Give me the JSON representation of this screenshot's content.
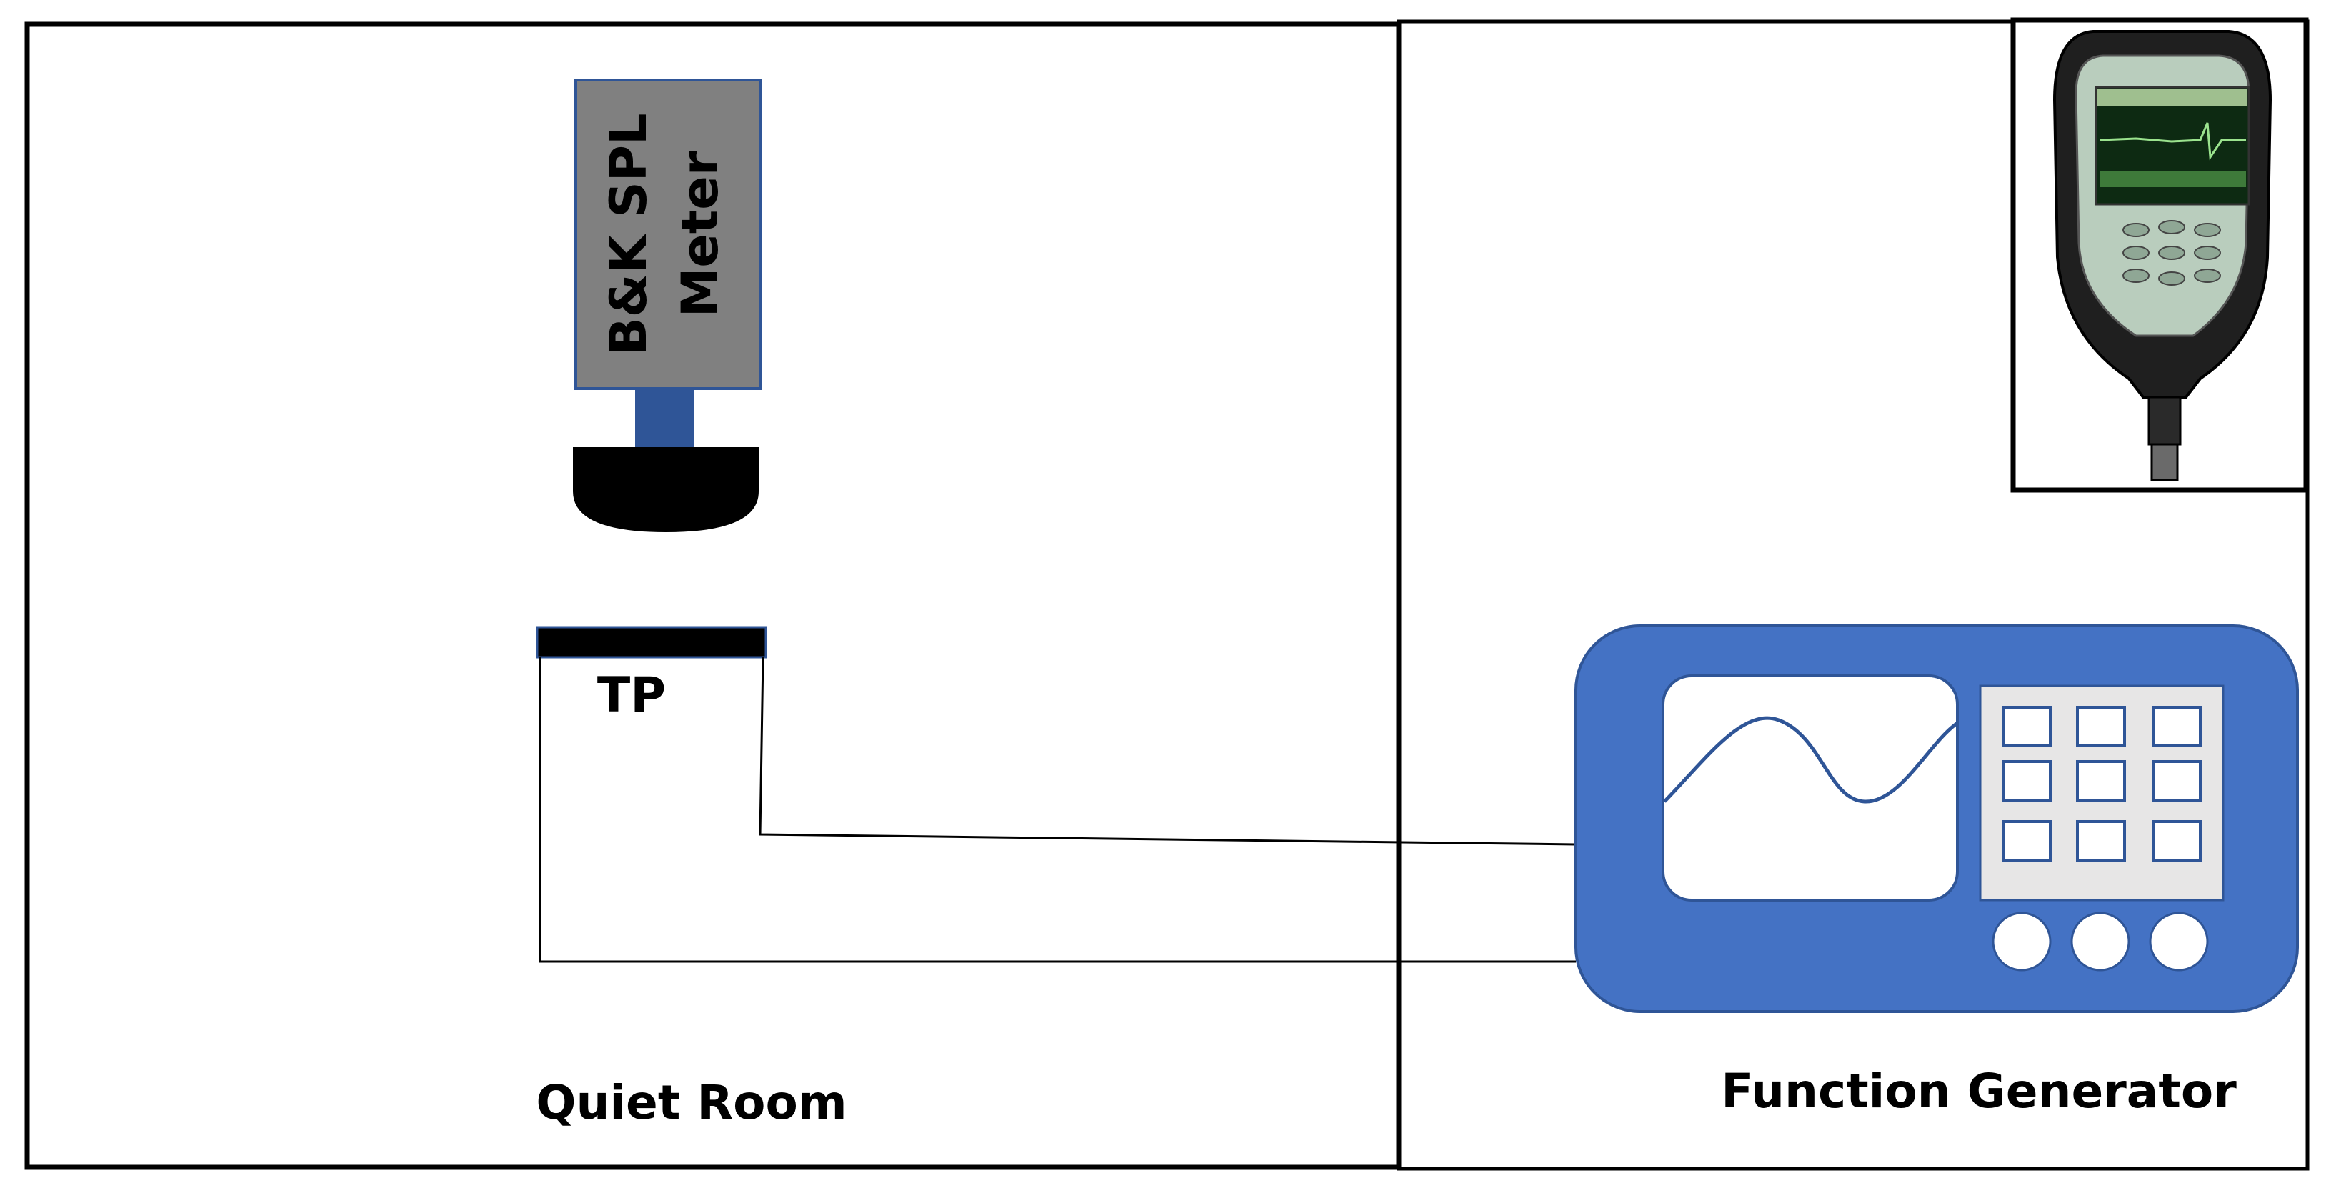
{
  "labels": {
    "spl_meter_line1": "B&K SPL",
    "spl_meter_line2": "Meter",
    "tp": "TP",
    "quiet_room": "Quiet Room",
    "function_generator": "Function Generator"
  },
  "colors": {
    "outline": "#000000",
    "meter_body": "#808080",
    "meter_stem": "#2F5597",
    "generator_body": "#4472C4",
    "generator_outline": "#2F5597",
    "keypad_panel": "#E7E6E6",
    "white": "#FFFFFF"
  },
  "icons": {
    "meter_photo": "handheld-sound-level-meter-photo"
  }
}
